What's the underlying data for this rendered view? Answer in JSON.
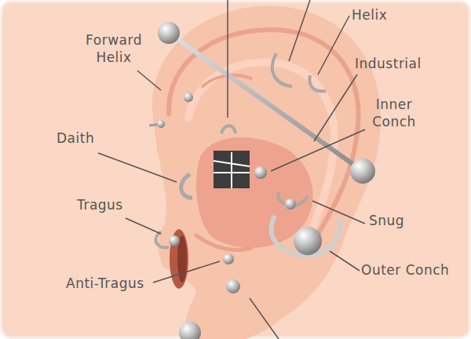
{
  "diagram": {
    "labels": [
      "Forward Helix",
      "Daith",
      "Tragus",
      "Anti-Tragus",
      "Helix",
      "Industrial",
      "Inner Conch",
      "Snug",
      "Outer Conch"
    ]
  }
}
